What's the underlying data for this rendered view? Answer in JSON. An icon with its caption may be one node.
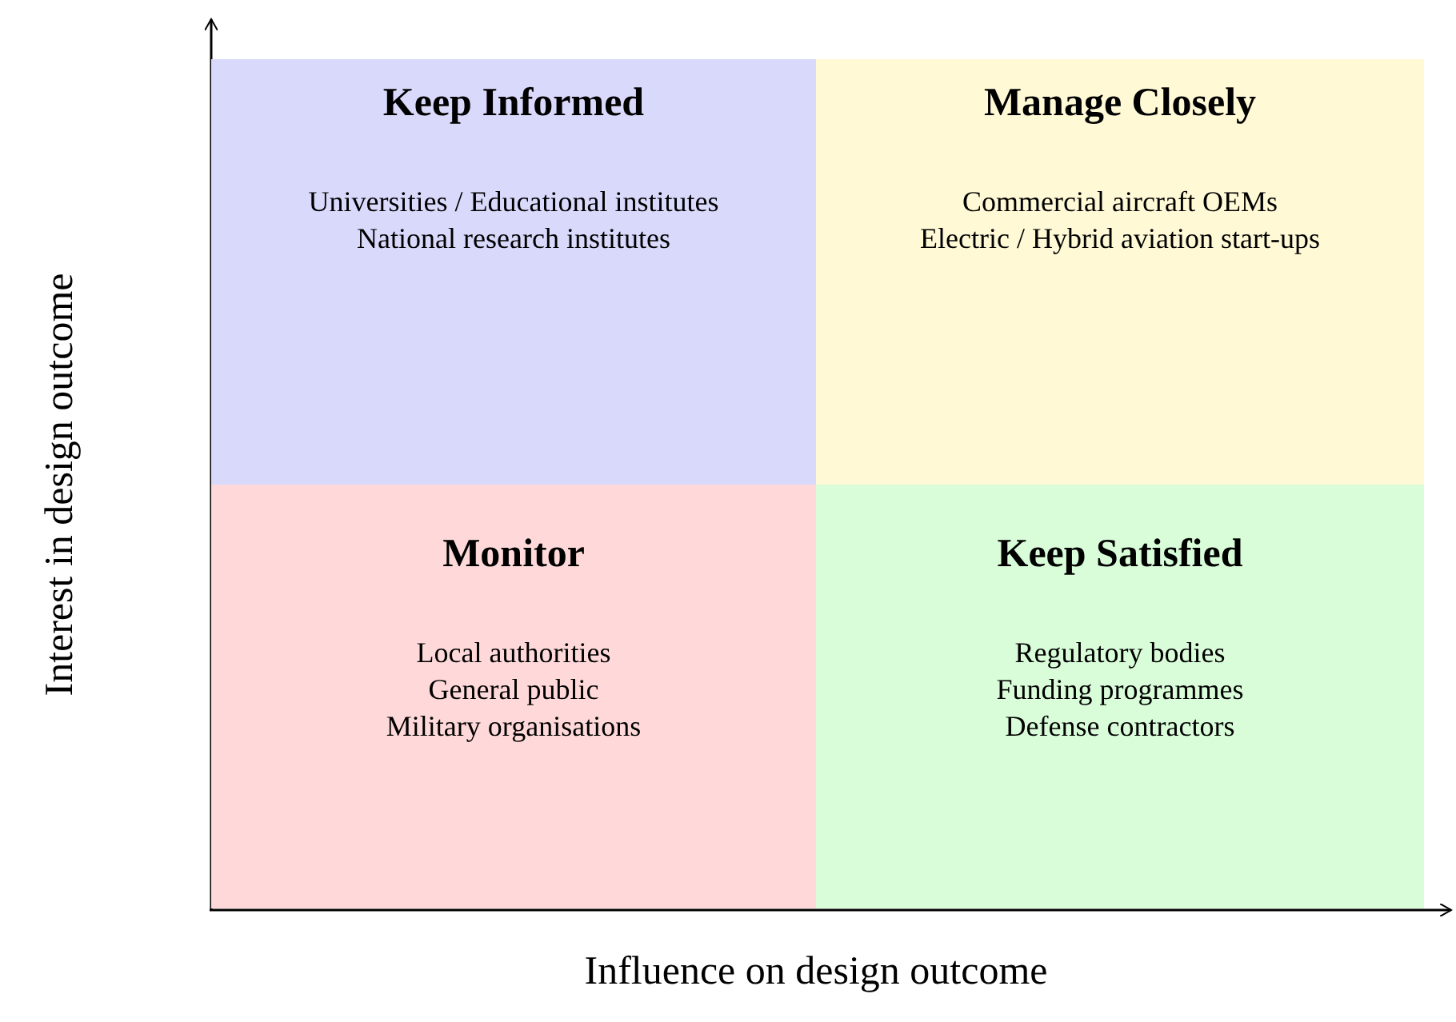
{
  "diagram": {
    "nodes": [
      {
        "text": [
          "Keep Informed",
          "Universities / Educational institutes",
          "National research institutes"
        ]
      },
      {
        "text": [
          "Manage Closely",
          "Commercial aircraft OEMs",
          "Electric / Hybrid aviation start-ups"
        ]
      },
      {
        "text": [
          "Monitor",
          "Local authorities",
          "General public",
          "Military organisations"
        ]
      },
      {
        "text": [
          "Keep Satisfied",
          "Regulatory bodies",
          "Funding programmes",
          "Defense contractors"
        ]
      }
    ],
    "edges": [],
    "labels": [
      "Interest in design outcome",
      "Influence on design outcome"
    ]
  }
}
